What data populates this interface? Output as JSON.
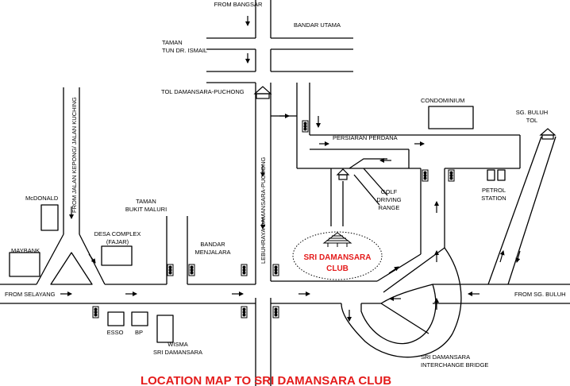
{
  "map": {
    "title": "LOCATION MAP TO SRI DAMANSARA CLUB",
    "club": {
      "line1": "SRI DAMANSARA",
      "line2": "CLUB"
    },
    "labels": {
      "from_bangsar": "FROM BANGSAR",
      "bandar_utama": "BANDAR UTAMA",
      "taman_tun_1": "TAMAN",
      "taman_tun_2": "TUN DR. ISMAIL",
      "tol_damansara": "TOL DAMANSARA-PUCHONG",
      "condominium": "CONDOMINIUM",
      "sg_buluh_tol_1": "SG. BULUH",
      "sg_buluh_tol_2": "TOL",
      "persiaran_perdana": "PERSIARAN PERDANA",
      "from_jalan_kepong": "FROM JALAN KEPONG/ JALAN KUCHING",
      "lebuhraya": "LEBUHRAYA DAMANSARA-PUCHONG",
      "golf_1": "GOLF",
      "golf_2": "DRIVING",
      "golf_3": "RANGE",
      "petrol_1": "PETROL",
      "petrol_2": "STATION",
      "mcdonald": "McDONALD",
      "taman_bukit_1": "TAMAN",
      "taman_bukit_2": "BUKIT MALURI",
      "desa_1": "DESA COMPLEX",
      "desa_2": "(FAJAR)",
      "bandar_menjalara_1": "BANDAR",
      "bandar_menjalara_2": "MENJALARA",
      "maybank": "MAYBANK",
      "from_selayang": "FROM SELAYANG",
      "from_sg_buluh": "FROM SG. BULUH",
      "esso": "ESSO",
      "bp": "BP",
      "wisma_1": "WISMA",
      "wisma_2": "SRI DAMANSARA",
      "interchange_1": "SRI DAMANSARA",
      "interchange_2": "INTERCHANGE BRIDGE"
    },
    "colors": {
      "line": "#000000",
      "title": "#e41b1b",
      "background": "#ffffff"
    }
  }
}
